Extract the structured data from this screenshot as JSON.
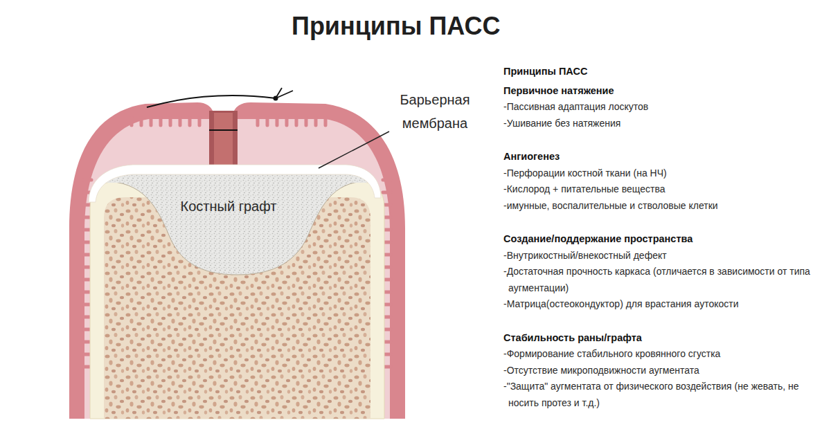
{
  "diagram": {
    "title": "Принципы ПАСС",
    "labels": [
      "Барьерная мембрана",
      "Костный графт",
      "Принципы ПАСС",
      "Первичное натяжение",
      "-Пассивная адаптация лоскутов",
      "-Ушивание без натяжения",
      "Ангиогенез",
      "-Перфорации костной ткани (на НЧ)",
      "-Кислород + питательные вещества",
      "-имунные, воспалительные и стволовые клетки",
      "Создание/поддержание пространства",
      "-Внутрикостный/внекостный дефект",
      "-Достаточная прочность каркаса (отличается в зависимости от типа аугментации)",
      "-Матрица(остеокондуктор) для врастания аутокости",
      "Стабильность раны/графта",
      "-Формирование стабильного кровянного сгустка",
      "-Отсутствие микроподвижности аугментата",
      "-\"Защита\" аугментата от физического воздействия (не жевать, не носить протез и т.д.)"
    ]
  }
}
